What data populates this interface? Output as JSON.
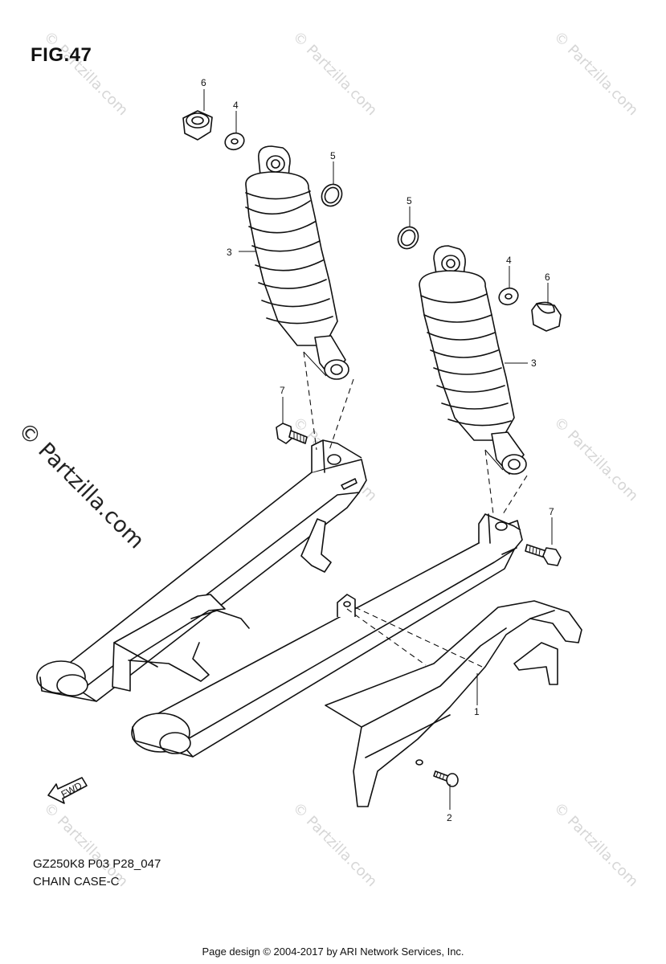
{
  "figure": {
    "title": "FIG.47",
    "model_code": "GZ250K8 P03 P28_047",
    "section_name": "CHAIN CASE-C"
  },
  "footer": "Page design © 2004-2017 by ARI Network Services, Inc.",
  "watermark": {
    "text": "© Partzilla.com",
    "color": "#d6d6d6"
  },
  "forward_marker": "FWD",
  "callouts": [
    {
      "id": "nut-left",
      "number": "6"
    },
    {
      "id": "washer-left",
      "number": "4"
    },
    {
      "id": "ring-left",
      "number": "5"
    },
    {
      "id": "shock-left",
      "number": "3"
    },
    {
      "id": "bolt-left",
      "number": "7"
    },
    {
      "id": "ring-right",
      "number": "5"
    },
    {
      "id": "washer-right",
      "number": "4"
    },
    {
      "id": "nut-right",
      "number": "6"
    },
    {
      "id": "shock-right",
      "number": "3"
    },
    {
      "id": "bolt-right",
      "number": "7"
    },
    {
      "id": "chain-case",
      "number": "1"
    },
    {
      "id": "case-screw",
      "number": "2"
    }
  ]
}
